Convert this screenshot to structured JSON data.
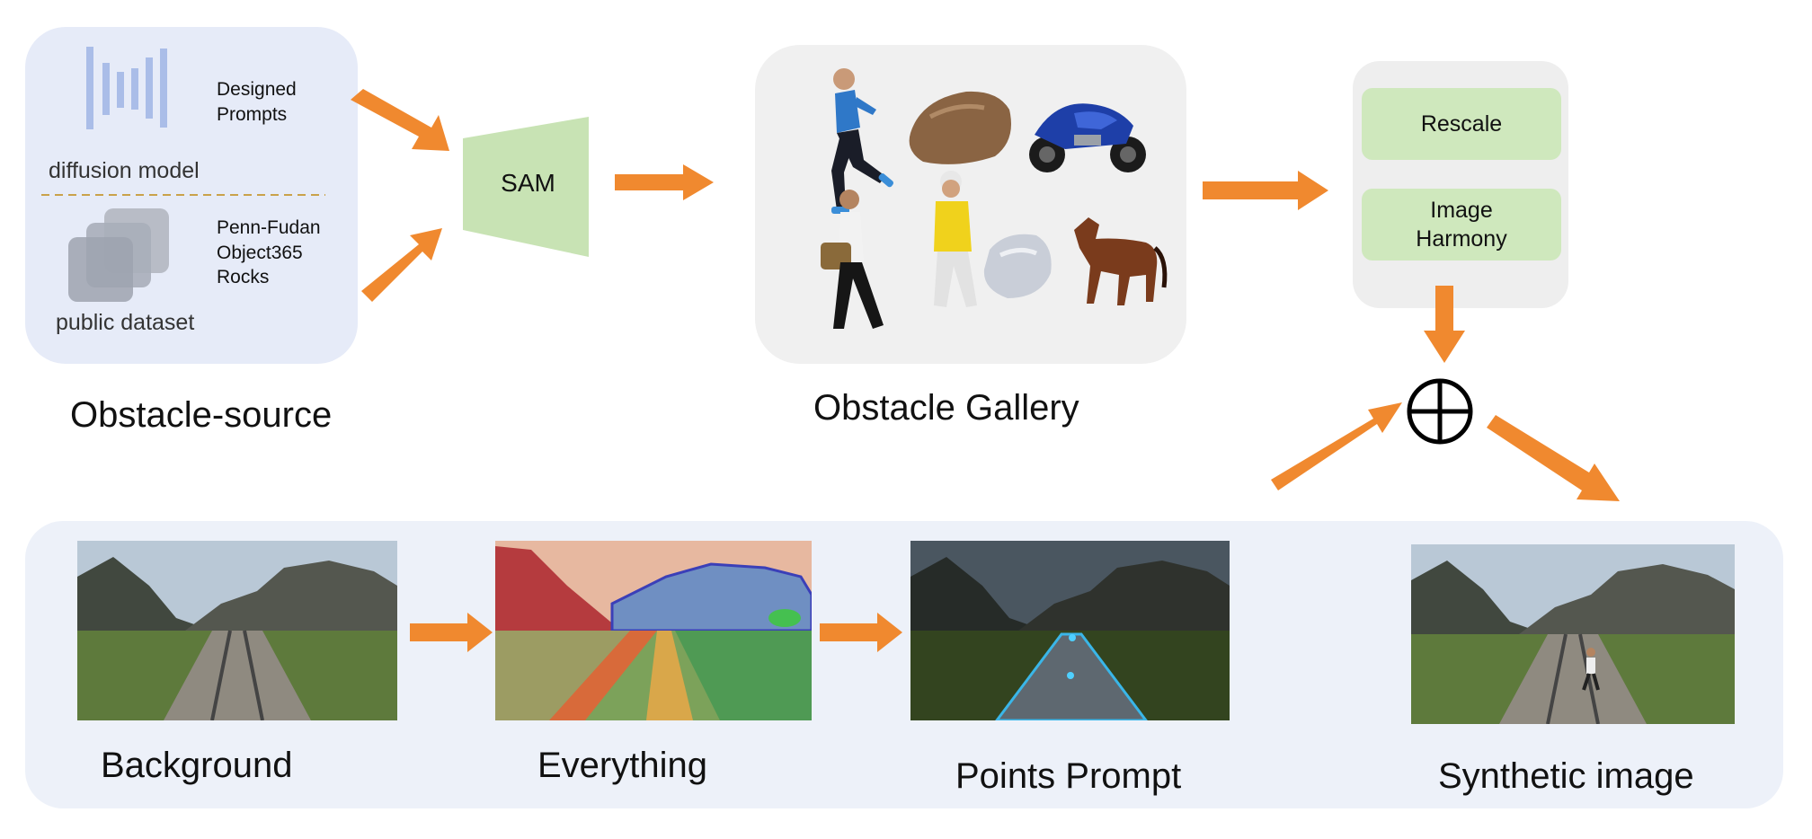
{
  "source": {
    "prompts_label_line1": "Designed",
    "prompts_label_line2": "Prompts",
    "diffusion_label": "diffusion model",
    "datasets": [
      "Penn-Fudan",
      "Object365",
      "Rocks"
    ],
    "public_label": "public dataset",
    "caption": "Obstacle-source"
  },
  "sam_label": "SAM",
  "gallery": {
    "caption": "Obstacle Gallery",
    "items": [
      "runner",
      "rock",
      "motorcycle",
      "woman-with-bag",
      "worker",
      "white-rock",
      "horse"
    ]
  },
  "processing": {
    "rescale_label": "Rescale",
    "harmony_line1": "Image",
    "harmony_line2": "Harmony"
  },
  "bottom": {
    "background_caption": "Background",
    "everything_caption": "Everything",
    "points_caption": "Points Prompt",
    "synthetic_caption": "Synthetic image"
  },
  "colors": {
    "arrow": "#f0892f",
    "sam": "#c8e3b4",
    "box_green": "#cfe8bd",
    "panel_blue": "#e6ebf8",
    "bars": "#aabde8"
  }
}
